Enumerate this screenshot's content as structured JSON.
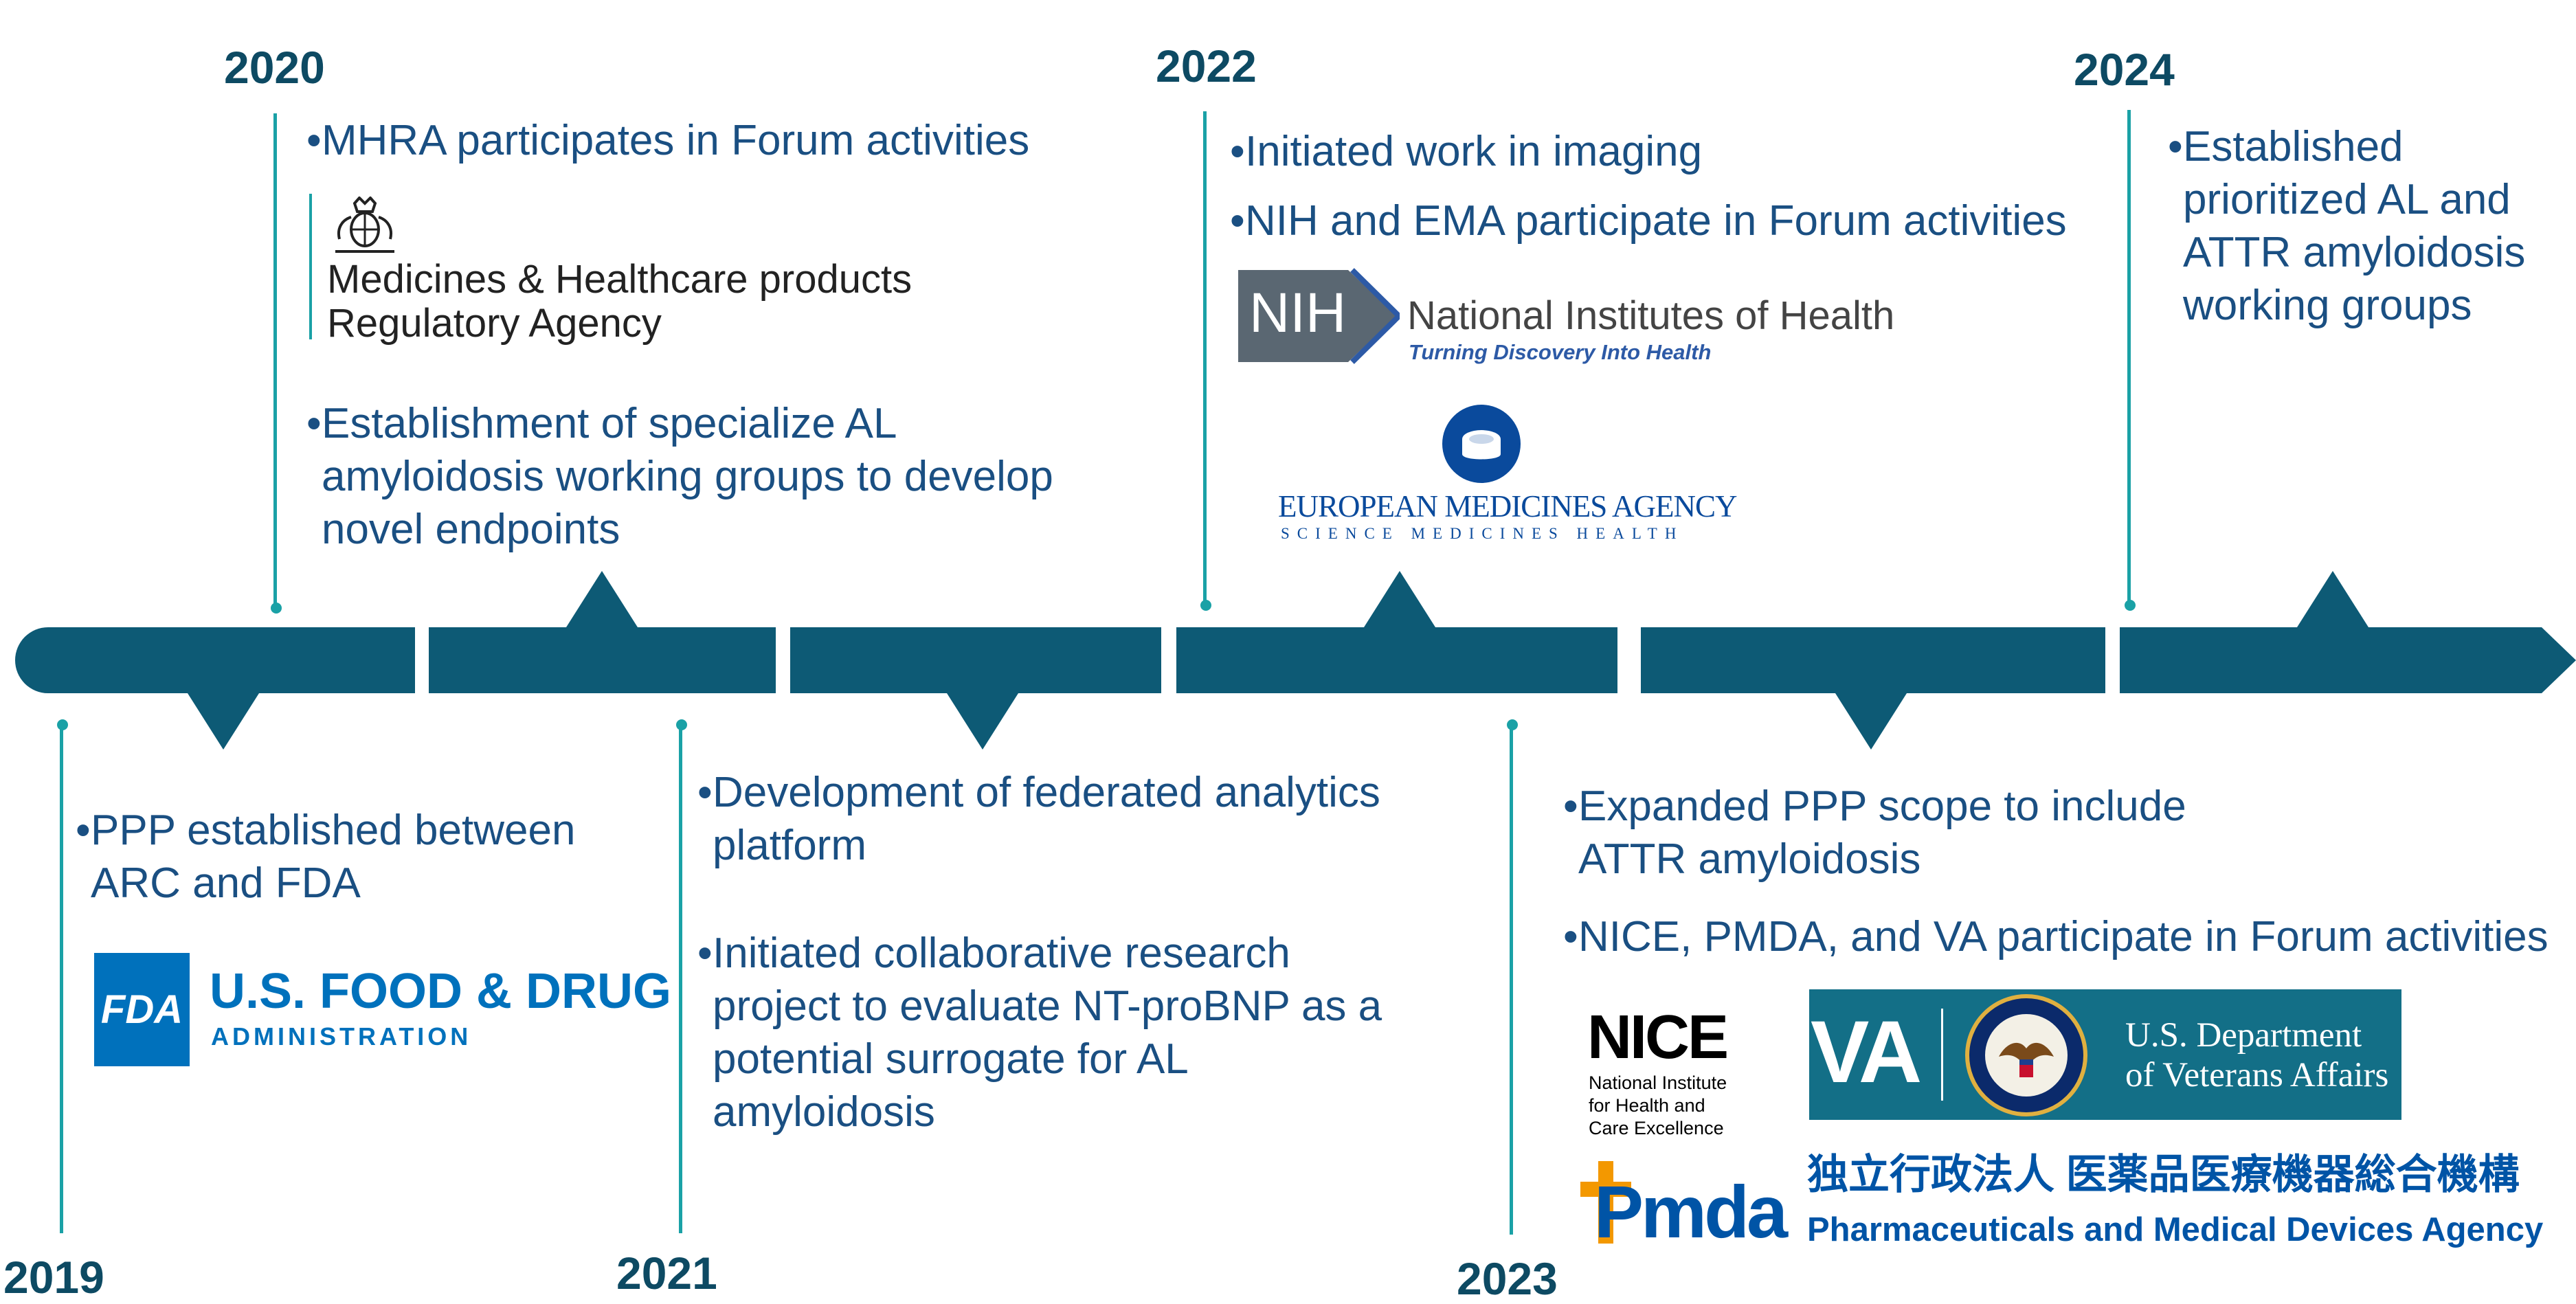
{
  "years": {
    "y2019": "2019",
    "y2020": "2020",
    "y2021": "2021",
    "y2022": "2022",
    "y2023": "2023",
    "y2024": "2024"
  },
  "events": {
    "e2019": [
      "PPP established between\nARC and FDA"
    ],
    "e2020": [
      "MHRA participates in Forum activities",
      "Establishment of specialize AL\namyloidosis working groups to develop\nnovel endpoints"
    ],
    "e2021": [
      "Development of federated analytics\nplatform",
      "Initiated collaborative research\nproject to evaluate NT-proBNP as a\npotential surrogate for AL\namyloidosis"
    ],
    "e2022": [
      "Initiated work in imaging",
      "NIH and EMA participate in Forum activities"
    ],
    "e2023": [
      "Expanded PPP scope to include\nATTR amyloidosis",
      "NICE, PMDA, and VA participate in Forum activities"
    ],
    "e2024": [
      "Established\nprioritized AL and\nATTR amyloidosis\nworking groups"
    ]
  },
  "logos": {
    "fda": {
      "mark": "FDA",
      "line1": "U.S. FOOD & DRUG",
      "line2": "ADMINISTRATION"
    },
    "mhra": {
      "line1": "Medicines & Healthcare products",
      "line2": "Regulatory Agency"
    },
    "nih": {
      "mark": "NIH",
      "line1": "National Institutes of Health",
      "line2": "Turning Discovery Into Health"
    },
    "ema": {
      "line1": "EUROPEAN MEDICINES AGENCY",
      "line2": "SCIENCE   MEDICINES   HEALTH"
    },
    "nice": {
      "mark": "NICE",
      "line1": "National Institute",
      "line2": "for Health and",
      "line3": "Care Excellence"
    },
    "va": {
      "mark": "VA",
      "line1": "U.S. Department",
      "line2": "of Veterans Affairs"
    },
    "pmda": {
      "mark": "Pmda",
      "line1": "独立行政法人 医薬品医療機器総合機構",
      "line2": "Pharmaceuticals and Medical Devices Agency"
    }
  },
  "colors": {
    "band": "#0d5a75",
    "year": "#0d4a63",
    "text": "#1a4f82",
    "connector": "#1aa1a6",
    "fda_blue": "#0071bc",
    "va_teal": "#136f87",
    "pmda_blue": "#0054a6",
    "pmda_orange": "#f39800"
  }
}
